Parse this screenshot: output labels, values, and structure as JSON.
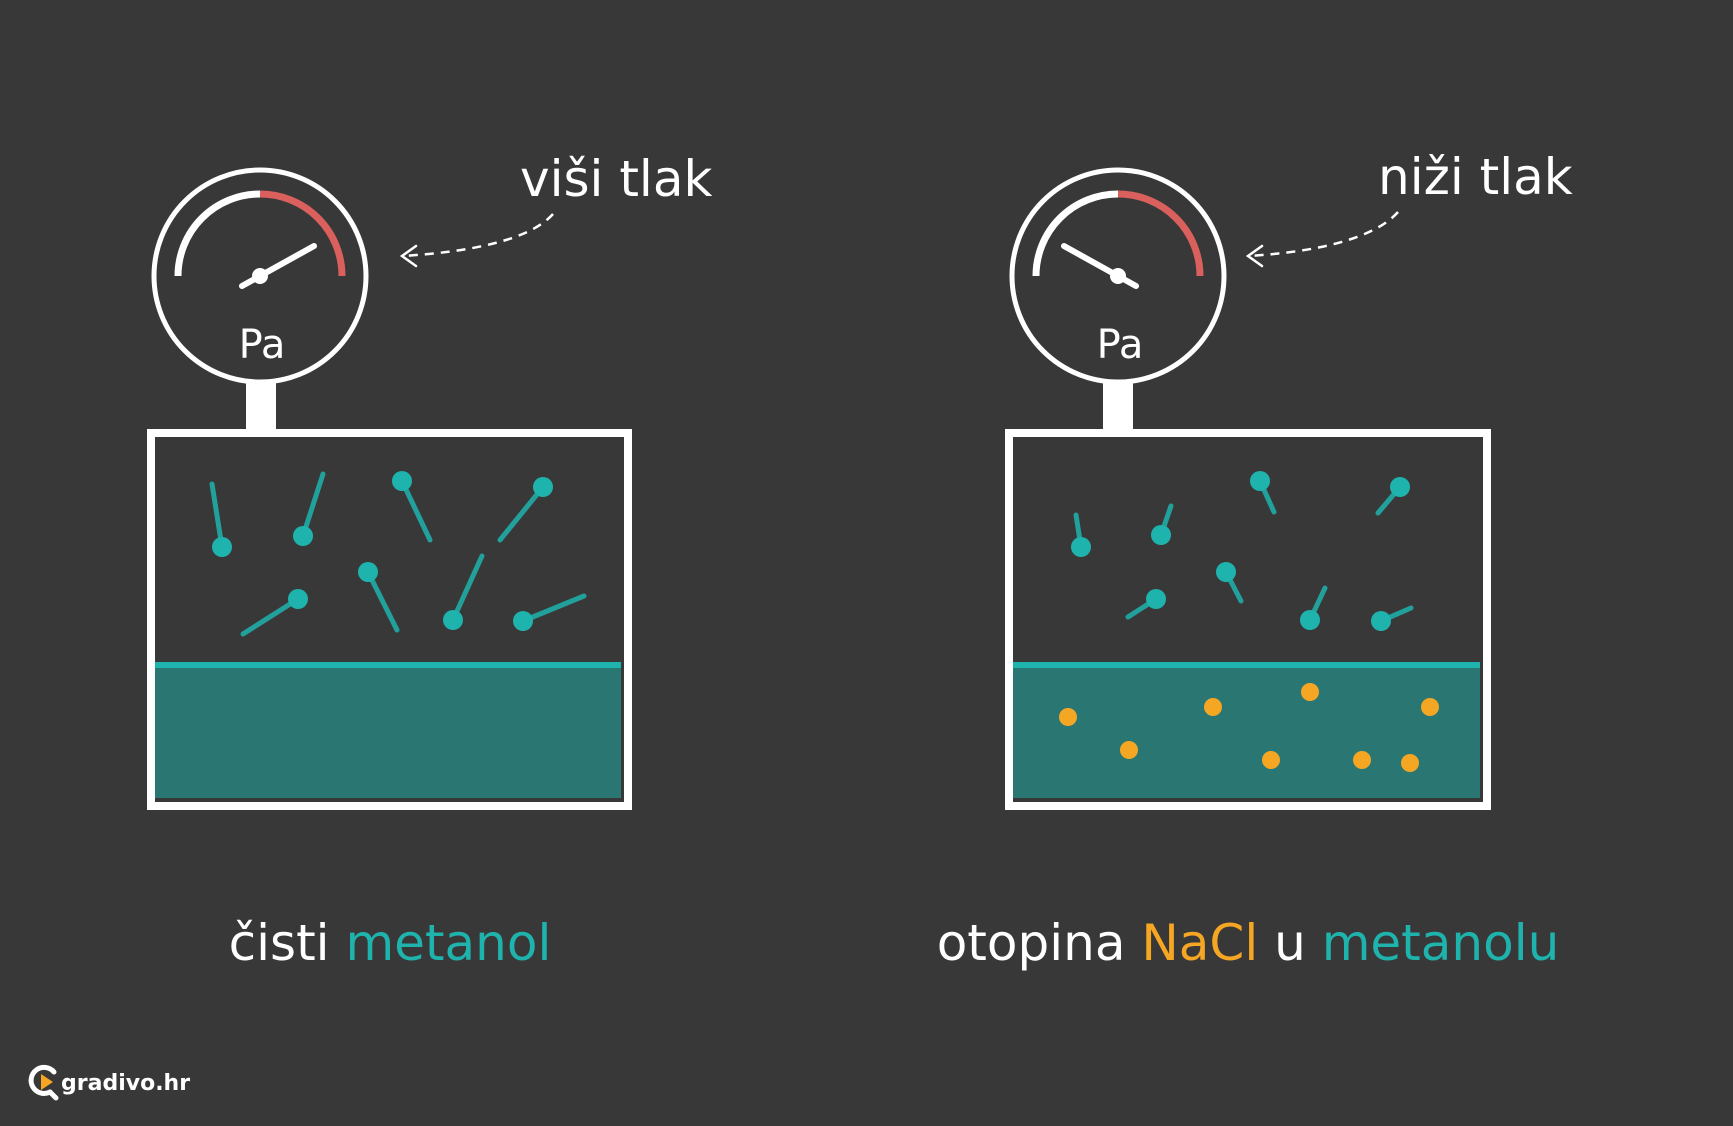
{
  "colors": {
    "background": "#383838",
    "outline": "#ffffff",
    "vapor_molecule": "#1fb3ad",
    "liquid": "#2a7673",
    "liquid_surface": "#1fb3ad",
    "solute_particle": "#f5a623",
    "gauge_high_zone": "#d9605d",
    "label_teal": "#1fb3ad",
    "label_orange": "#f5a623"
  },
  "panels": [
    {
      "id": "left",
      "gauge_unit": "Pa",
      "gauge_reading": "high",
      "annotation": "viši tlak",
      "caption": [
        {
          "text": "čisti ",
          "color": "#ffffff"
        },
        {
          "text": "metanol",
          "color": "#1fb3ad"
        }
      ],
      "vapor_molecules": 8,
      "solute_particles": 0
    },
    {
      "id": "right",
      "gauge_unit": "Pa",
      "gauge_reading": "low",
      "annotation": "niži tlak",
      "caption": [
        {
          "text": "otopina ",
          "color": "#ffffff"
        },
        {
          "text": "NaCl",
          "color": "#f5a623"
        },
        {
          "text": " u ",
          "color": "#ffffff"
        },
        {
          "text": "metanolu",
          "color": "#1fb3ad"
        }
      ],
      "vapor_molecules": 8,
      "solute_particles": 8
    }
  ],
  "brand": {
    "name": "gradivo.hr",
    "icon": "gradivo-logo-icon"
  }
}
